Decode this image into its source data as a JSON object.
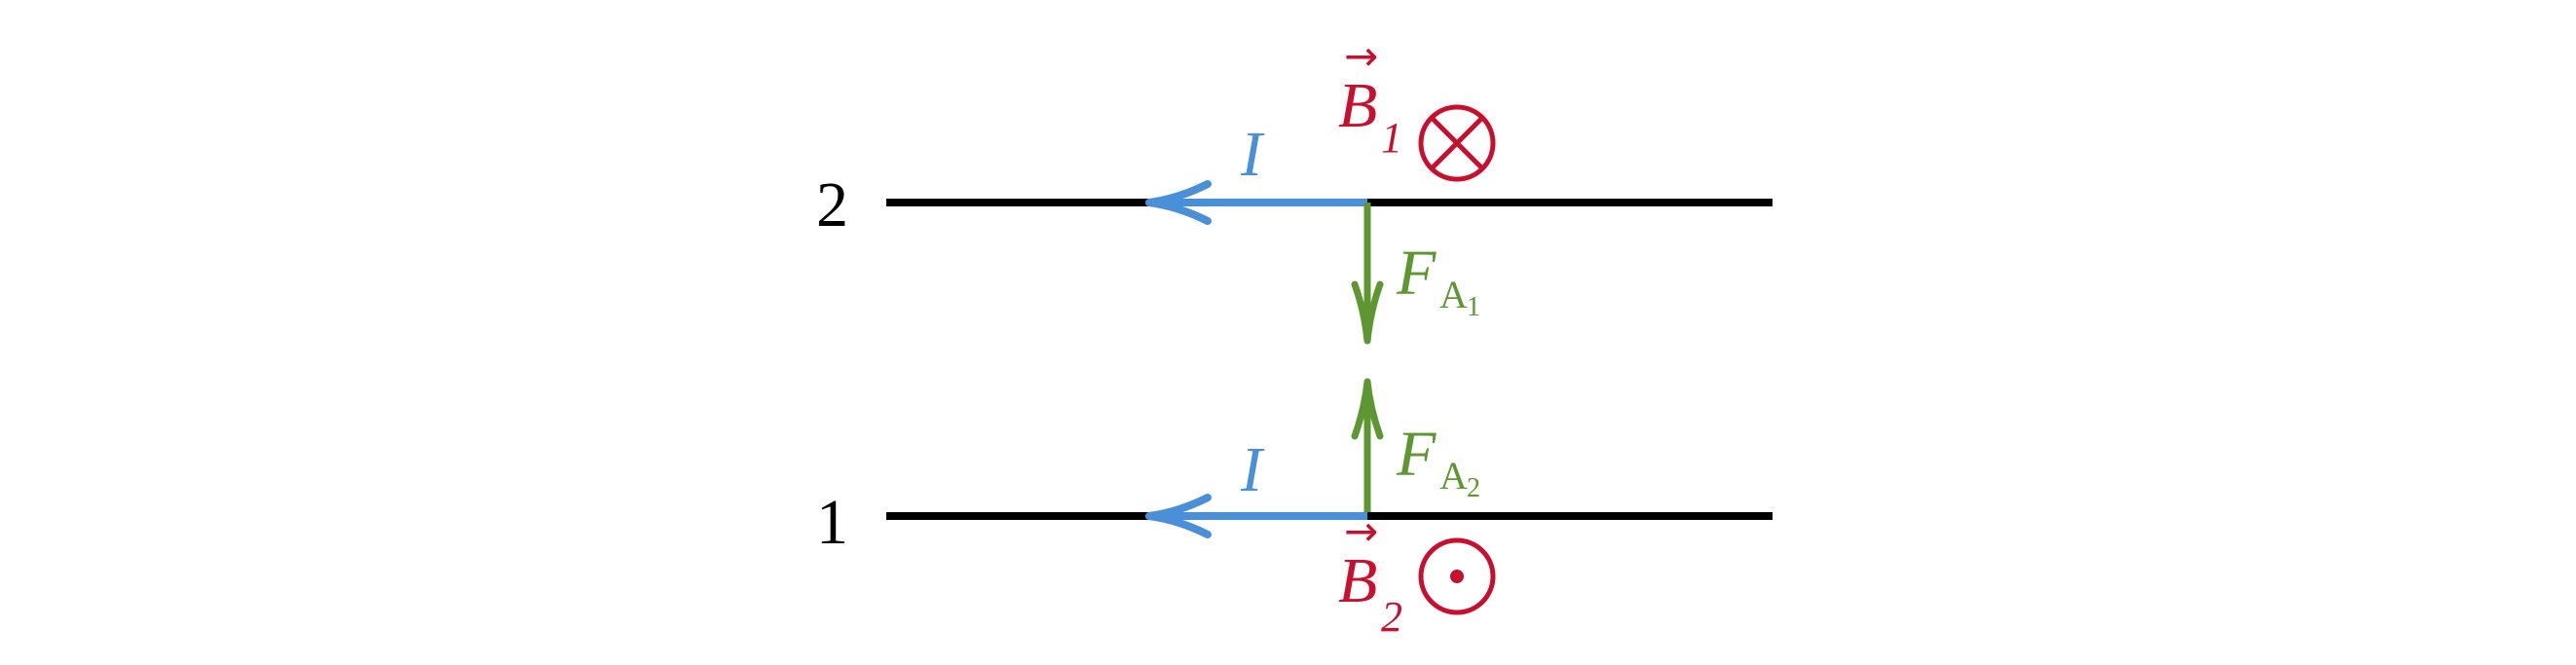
{
  "wires": {
    "wire2": {
      "label": "2"
    },
    "wire1": {
      "label": "1"
    }
  },
  "currents": {
    "top": {
      "symbol": "I",
      "direction": "left"
    },
    "bottom": {
      "symbol": "I",
      "direction": "left"
    }
  },
  "fields": {
    "b1": {
      "symbol": "B",
      "subscript": "1",
      "vector_arrow": "→",
      "direction": "into-page"
    },
    "b2": {
      "symbol": "B",
      "subscript": "2",
      "vector_arrow": "→",
      "direction": "out-of-page"
    }
  },
  "forces": {
    "fa1": {
      "symbol": "F",
      "sub_letter": "A",
      "sub_index": "1",
      "direction": "down"
    },
    "fa2": {
      "symbol": "F",
      "sub_letter": "A",
      "sub_index": "2",
      "direction": "up"
    }
  },
  "colors": {
    "wire": "#000000",
    "current": "#4a90d9",
    "field": "#c8102e",
    "force": "#5e9632"
  }
}
